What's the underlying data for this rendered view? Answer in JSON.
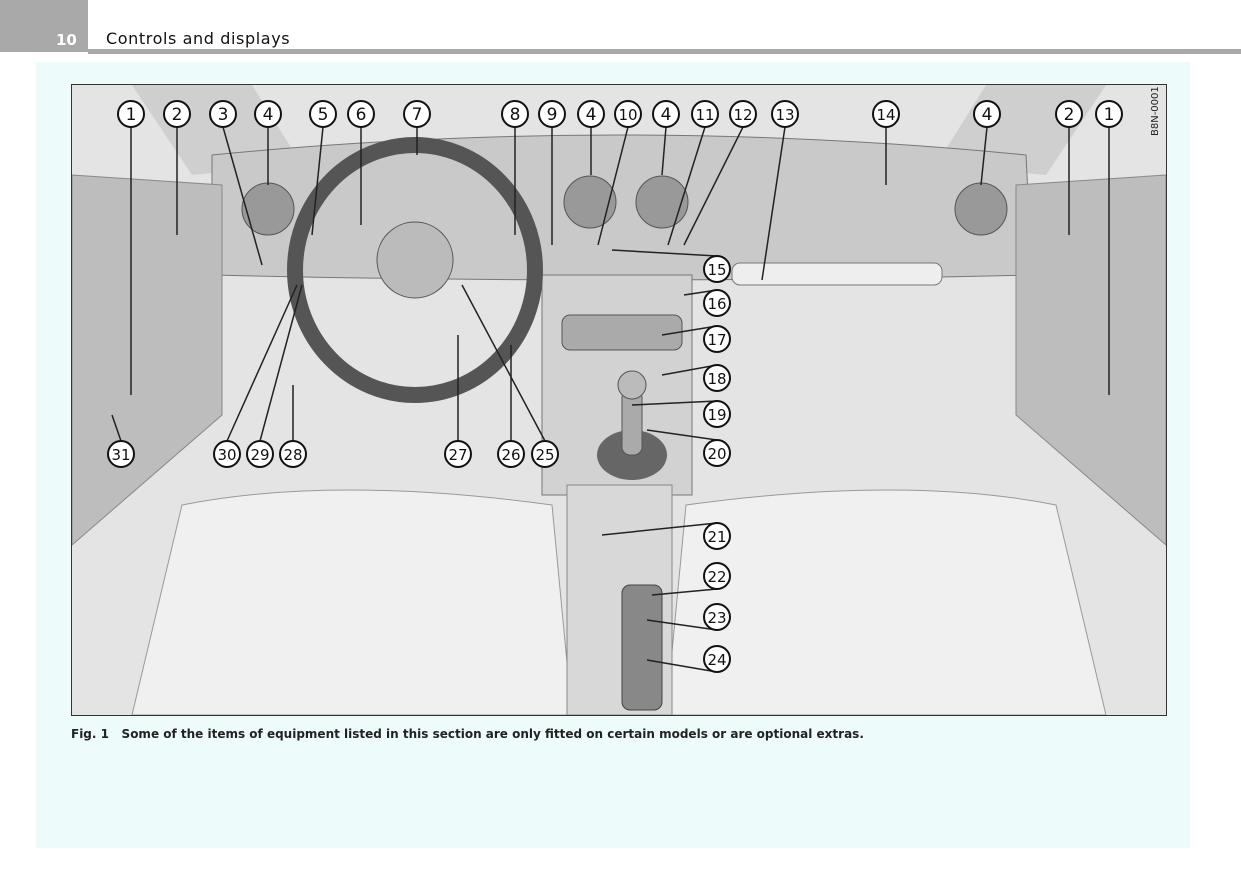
{
  "header": {
    "page_number": "10",
    "section_title": "Controls and displays"
  },
  "figure": {
    "code": "B8N-0001",
    "callouts": [
      "1",
      "2",
      "3",
      "4",
      "5",
      "6",
      "7",
      "8",
      "9",
      "4",
      "10",
      "4",
      "11",
      "12",
      "13",
      "14",
      "4",
      "2",
      "1",
      "15",
      "16",
      "17",
      "18",
      "19",
      "20",
      "21",
      "22",
      "23",
      "24",
      "31",
      "30",
      "29",
      "28",
      "27",
      "26",
      "25"
    ]
  },
  "caption": {
    "label": "Fig. 1",
    "text": "Some of the items of equipment listed in this section are only fitted on certain models or are optional extras."
  }
}
